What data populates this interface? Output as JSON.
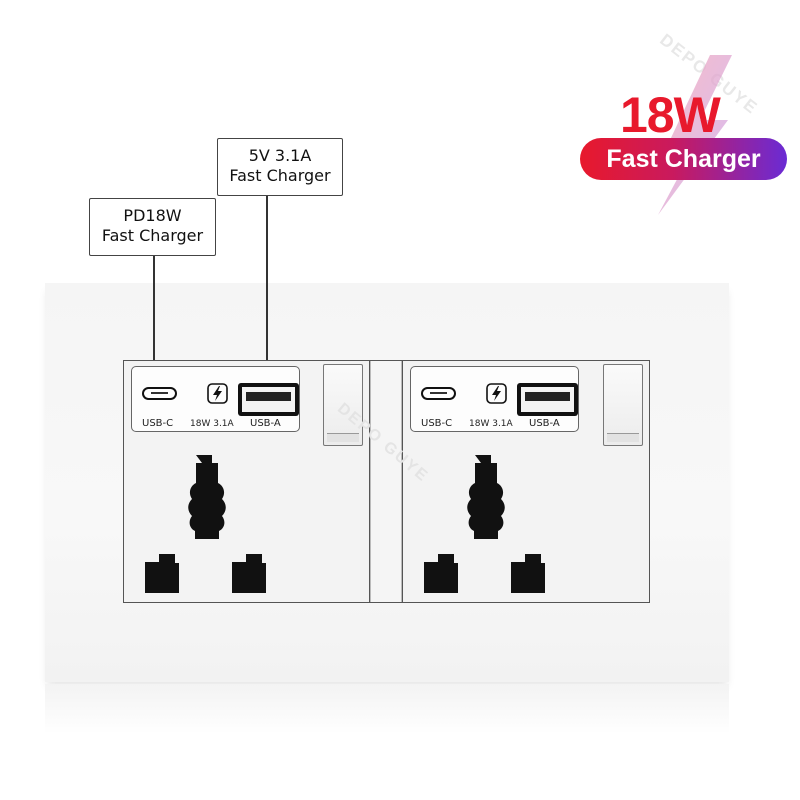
{
  "watermark": {
    "text": "DEPO GUYE"
  },
  "badge": {
    "wattage": "18W",
    "label": "Fast Charger"
  },
  "callouts": [
    {
      "line1": "PD18W",
      "line2": "Fast Charger"
    },
    {
      "line1": "5V 3.1A",
      "line2": "Fast Charger"
    }
  ],
  "modules": [
    {
      "usbc_label": "USB-C",
      "rating_label": "18W 3.1A",
      "usba_label": "USB-A"
    },
    {
      "usbc_label": "USB-C",
      "rating_label": "18W 3.1A",
      "usba_label": "USB-A"
    }
  ],
  "colors": {
    "badge_red": "#e8192c",
    "badge_purple": "#6a2bd4",
    "plate": "#f5f5f5",
    "pin": "#111111"
  },
  "icons": [
    "usb-c-port-icon",
    "fast-charge-bolt-icon",
    "usb-a-port-icon",
    "universal-socket-icon",
    "rocker-switch-icon"
  ]
}
